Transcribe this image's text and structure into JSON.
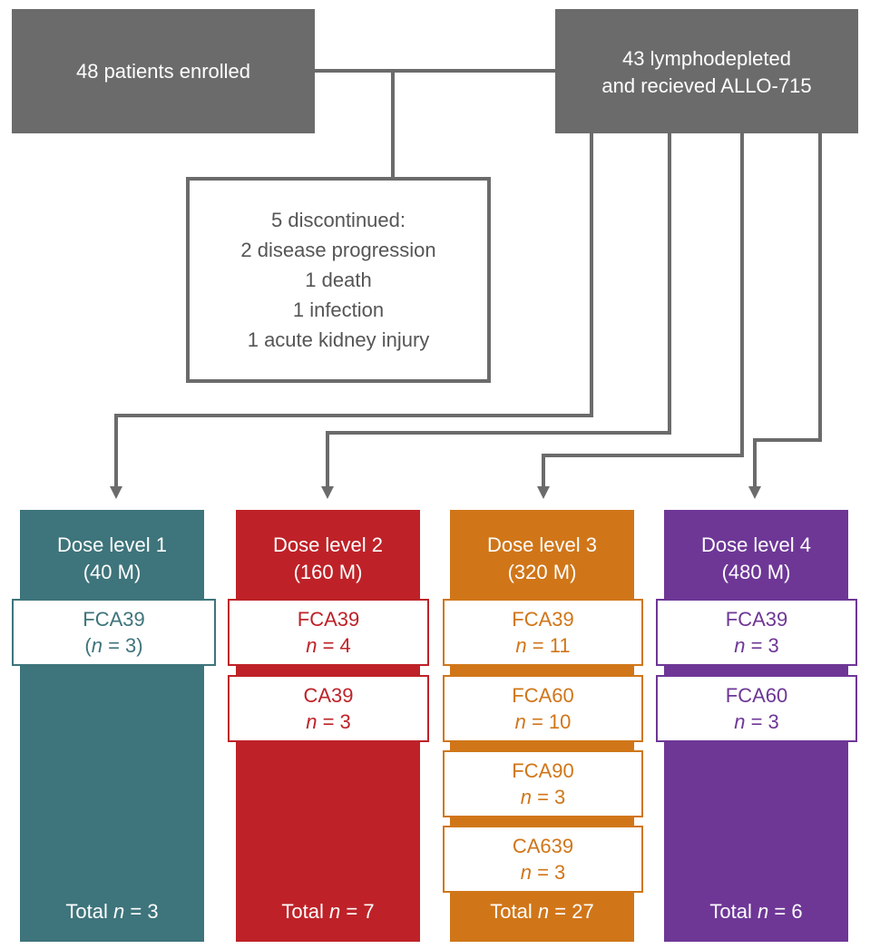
{
  "enrolled": {
    "label": "48 patients enrolled"
  },
  "lymphodepleted": {
    "line1": "43 lymphodepleted",
    "line2": "and recieved ALLO-715"
  },
  "discontinued": {
    "title": "5 discontinued:",
    "reasons": [
      "2 disease progression",
      "1 death",
      "1 infection",
      "1 acute kidney injury"
    ]
  },
  "dose_levels": [
    {
      "name": "Dose level 1",
      "dose": "(40 M)",
      "color": "#3e747b",
      "total_prefix": "Total ",
      "total_value": "3",
      "arms": [
        {
          "regimen": "FCA39",
          "n_value": "3",
          "parenthesized": true
        }
      ]
    },
    {
      "name": "Dose level 2",
      "dose": "(160 M)",
      "color": "#be2228",
      "total_prefix": "Total ",
      "total_value": "7",
      "arms": [
        {
          "regimen": "FCA39",
          "n_value": "4",
          "parenthesized": false
        },
        {
          "regimen": "CA39",
          "n_value": "3",
          "parenthesized": false
        }
      ]
    },
    {
      "name": "Dose level 3",
      "dose": "(320 M)",
      "color": "#d07619",
      "total_prefix": "Total ",
      "total_value": "27",
      "arms": [
        {
          "regimen": "FCA39",
          "n_value": "11",
          "parenthesized": false
        },
        {
          "regimen": "FCA60",
          "n_value": "10",
          "parenthesized": false
        },
        {
          "regimen": "FCA90",
          "n_value": "3",
          "parenthesized": false
        },
        {
          "regimen": "CA639",
          "n_value": "3",
          "parenthesized": false
        }
      ]
    },
    {
      "name": "Dose level 4",
      "dose": "(480 M)",
      "color": "#6e3796",
      "total_prefix": "Total ",
      "total_value": "6",
      "arms": [
        {
          "regimen": "FCA39",
          "n_value": "3",
          "parenthesized": false
        },
        {
          "regimen": "FCA60",
          "n_value": "3",
          "parenthesized": false
        }
      ]
    }
  ],
  "n_symbol": "n",
  "equals": " = ",
  "line_color": "#6b6b6b"
}
